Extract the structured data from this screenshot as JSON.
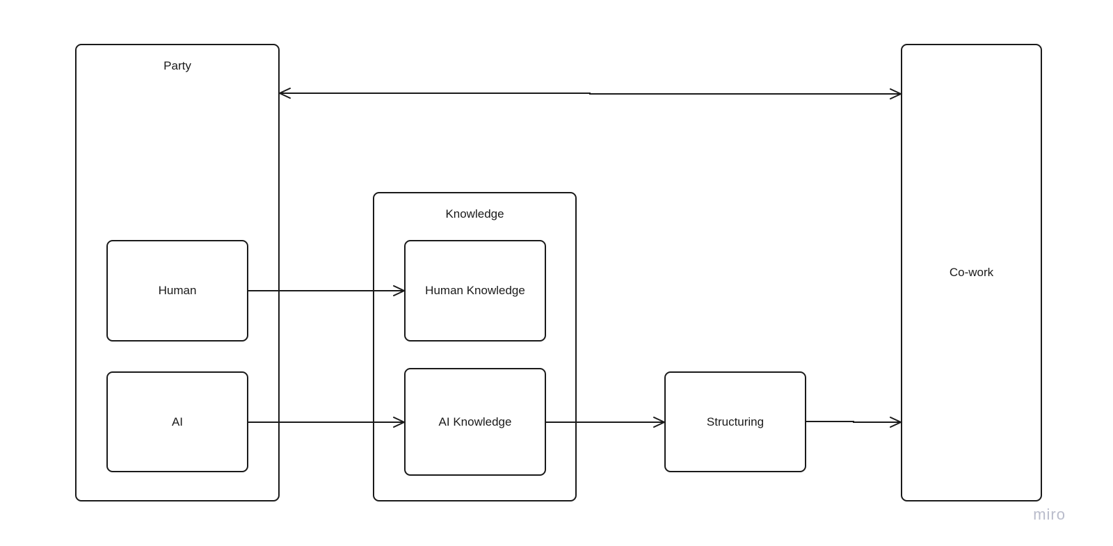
{
  "diagram": {
    "nodes": {
      "party": "Party",
      "human": "Human",
      "ai": "AI",
      "knowledge": "Knowledge",
      "human_knowledge": "Human Knowledge",
      "ai_knowledge": "AI Knowledge",
      "structuring": "Structuring",
      "cowork": "Co-work"
    },
    "edges": [
      {
        "from": "party",
        "to": "cowork",
        "notation": "crow's foot (many) at both ends"
      },
      {
        "from": "human",
        "to": "human_knowledge",
        "notation": "crow's foot (many) at Human Knowledge"
      },
      {
        "from": "ai",
        "to": "ai_knowledge",
        "notation": "crow's foot (many) at AI Knowledge"
      },
      {
        "from": "ai_knowledge",
        "to": "structuring",
        "notation": "crow's foot (many) at Structuring"
      },
      {
        "from": "structuring",
        "to": "cowork",
        "notation": "crow's foot (many) at Co-work"
      }
    ],
    "stroke_color": "#1a1a1a"
  },
  "watermark": {
    "text": "miro",
    "color": "#b9bccb"
  }
}
